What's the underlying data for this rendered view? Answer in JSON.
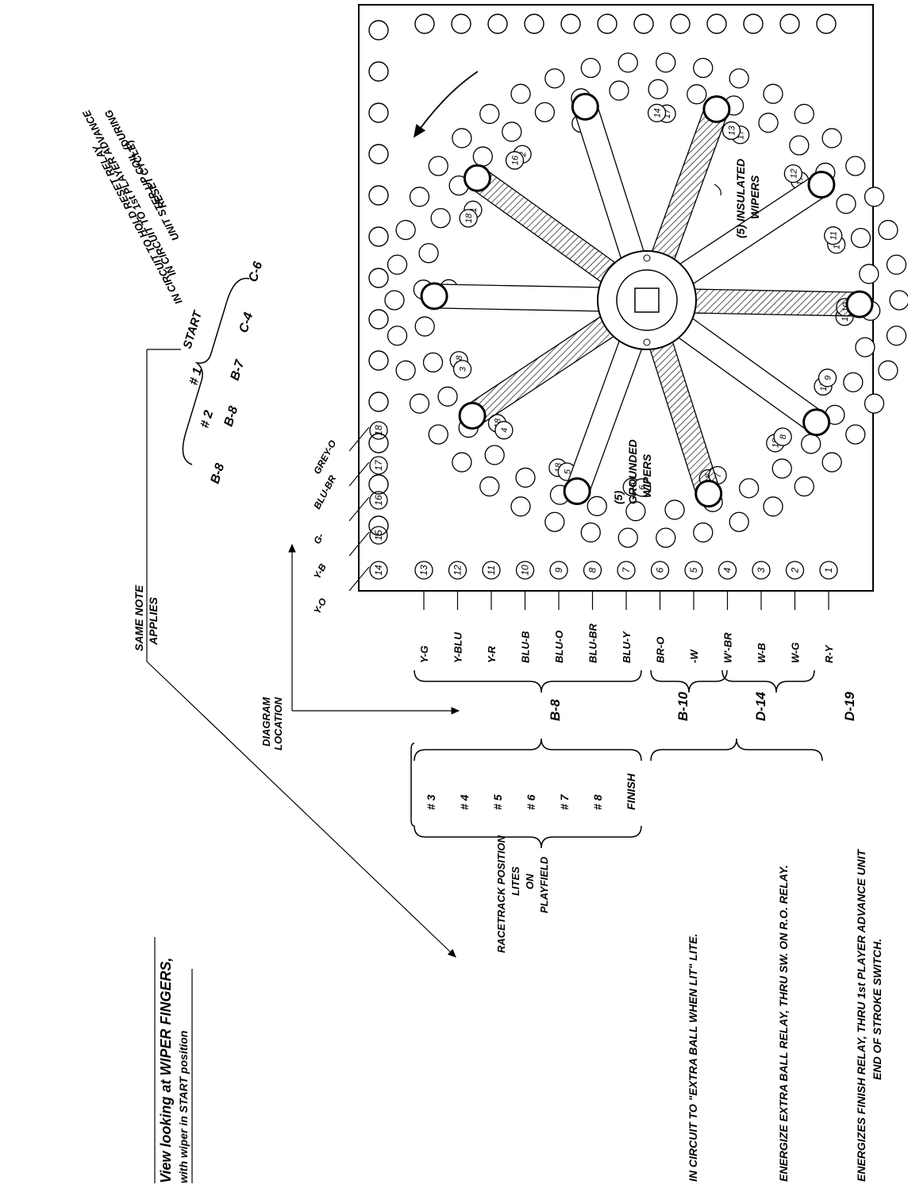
{
  "notes": {
    "view_line1": "View looking at WIPER FINGERS,",
    "view_line2": "with wiper in START position",
    "hold_line1": "IN CIRCUIT TO HOLD RESET RELAY",
    "hold_line2": "IN CIRCUIT TO 1st PLAYER ADVANCE",
    "hold_line3": "UNIT STEP-UP COIL-(DURING",
    "hold_line4": "RESET CYCLE)",
    "same_note_1": "SAME NOTE",
    "same_note_2": "APPLIES",
    "diagram_location_1": "DIAGRAM",
    "diagram_location_2": "LOCATION",
    "racetrack_1": "RACETRACK POSITION",
    "racetrack_2": "LITES",
    "racetrack_3": "ON",
    "racetrack_4": "PLAYFIELD",
    "extra_ball_lite": "IN CIRCUIT TO \"EXTRA BALL WHEN LIT\" LITE.",
    "energize_extra": "ENERGIZE   EXTRA BALL RELAY, THRU SW. ON R.O. RELAY.",
    "energize_finish_1": "ENERGIZES FINISH RELAY, THRU 1st PLAYER ADVANCE UNIT",
    "energize_finish_2": "END OF STROKE SWITCH.",
    "insulated_1": "(5) INSULATED",
    "insulated_2": "WIPERS",
    "grounded_1": "(5)",
    "grounded_2": "GROUNDED",
    "grounded_3": "WIPERS"
  },
  "bottom_wires": [
    "R-Y",
    "W-G",
    "W-B",
    "W'-BR",
    "-W",
    "BR-O",
    "BLU-Y",
    "BLU-BR",
    "BLU-O",
    "BLU-B",
    "Y-R",
    "Y-BLU",
    "Y-G"
  ],
  "bottom_terminals": [
    "1",
    "2",
    "3",
    "4",
    "5",
    "6",
    "7",
    "8",
    "9",
    "10",
    "11",
    "12",
    "13"
  ],
  "left_terminals": [
    "14",
    "15",
    "16",
    "17",
    "18"
  ],
  "left_wires": [
    "Y-O",
    "Y-B",
    "G-",
    "BLU-BR",
    "GREY-O"
  ],
  "positions": [
    "# 3",
    "# 4",
    "# 5",
    "# 6",
    "# 7",
    "# 8",
    "FINISH"
  ],
  "groups": {
    "b8": "B-8",
    "b10": "B-10",
    "d14": "D-14",
    "d19": "D-19"
  },
  "top_refs": {
    "r1": "B-8",
    "r2": "B-8",
    "r3": "B-7",
    "r4": "C-4",
    "r5": "C-6",
    "p2": "# 2",
    "p1": "# 1",
    "start": "START"
  },
  "ring_labels": [
    "1",
    "2",
    "17",
    "17",
    "17",
    "17",
    "17",
    "17",
    "17",
    "18",
    "18",
    "18",
    "18",
    "18",
    "18",
    "18",
    "18",
    "16",
    "15",
    "14",
    "13",
    "12",
    "11",
    "10",
    "9",
    "8",
    "7",
    "6",
    "5",
    "4",
    "3"
  ]
}
